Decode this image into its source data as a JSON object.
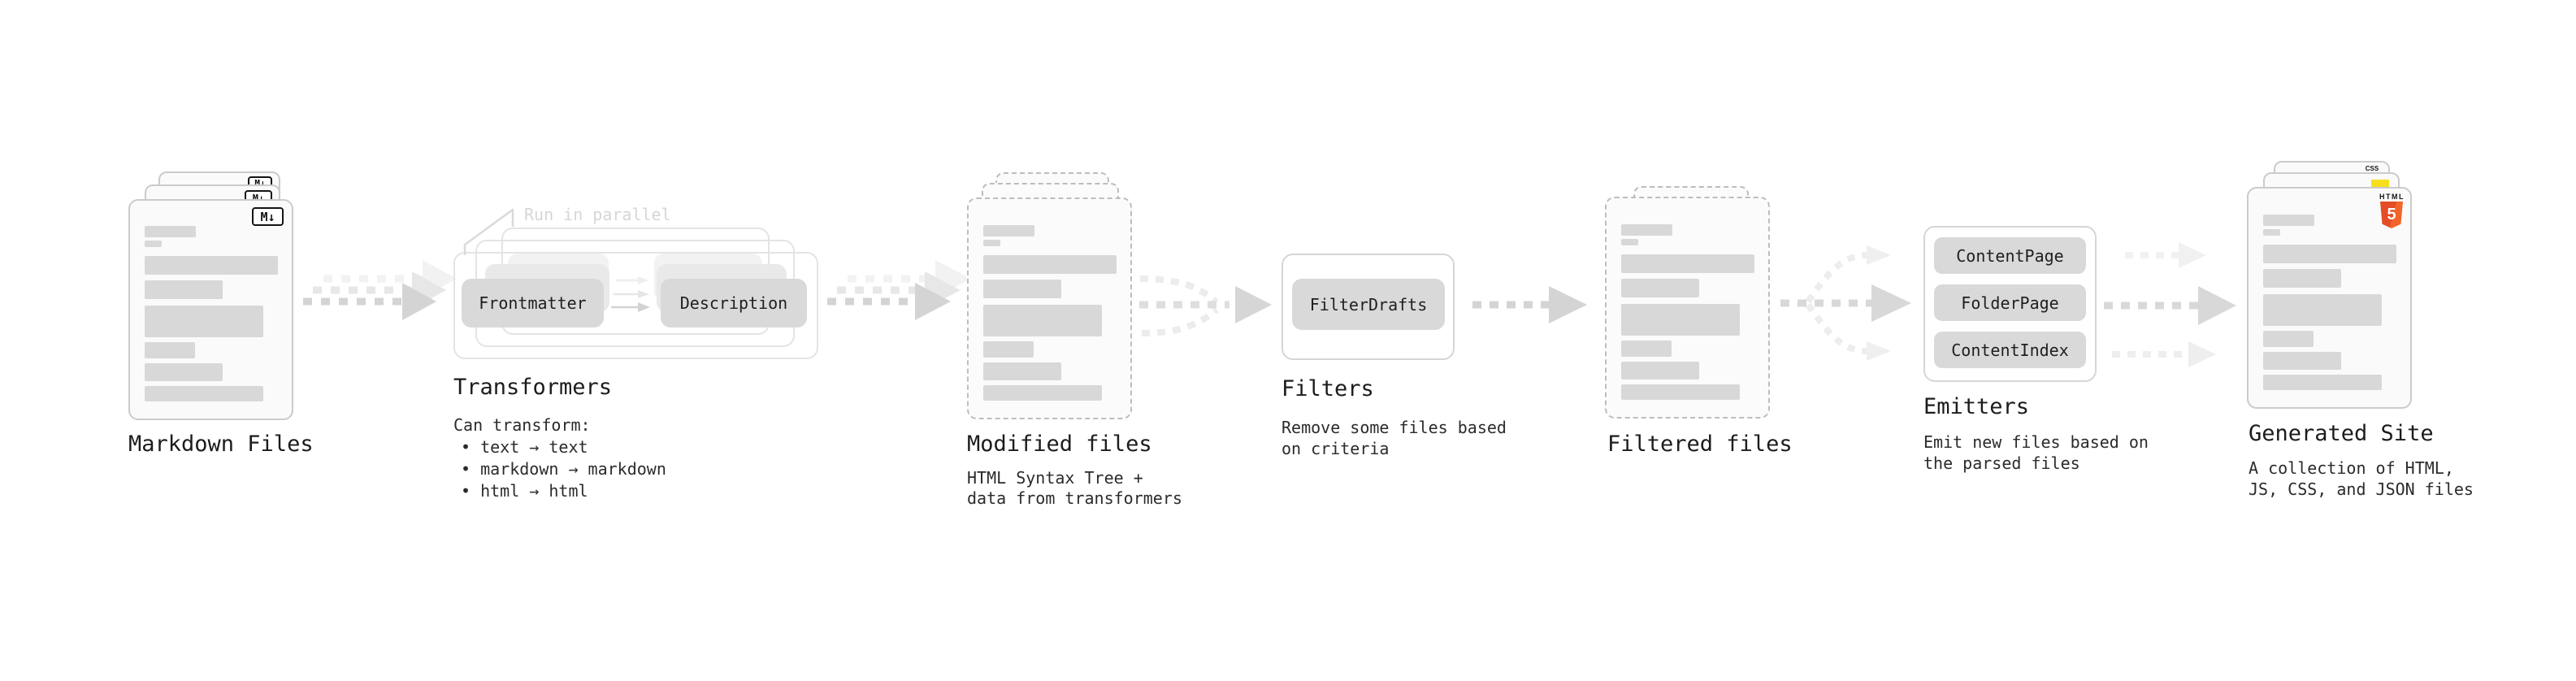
{
  "stages": {
    "markdown_files": {
      "label": "Markdown Files",
      "badge": "M↓"
    },
    "transformers": {
      "title": "Transformers",
      "annotation": "Run in parallel",
      "pill_left": "Frontmatter",
      "pill_right": "Description",
      "desc_heading": "Can transform:",
      "bullets": [
        "• text → text",
        "• markdown → markdown",
        "• html → html"
      ]
    },
    "modified_files": {
      "title": "Modified files",
      "desc_line1": "HTML Syntax Tree +",
      "desc_line2": "data from transformers"
    },
    "filters": {
      "title": "Filters",
      "pill": "FilterDrafts",
      "desc_line1": "Remove some files based",
      "desc_line2": "on criteria"
    },
    "filtered_files": {
      "label": "Filtered files"
    },
    "emitters": {
      "title": "Emitters",
      "pills": [
        "ContentPage",
        "FolderPage",
        "ContentIndex"
      ],
      "desc_line1": "Emit new files based on",
      "desc_line2": "the parsed files"
    },
    "generated_site": {
      "title": "Generated Site",
      "desc_line1": "A collection of HTML,",
      "desc_line2": "JS, CSS, and JSON files",
      "badge_css": "CSS",
      "badge_html_word": "HTML",
      "badge_html_number": "5"
    }
  },
  "colors": {
    "html5_orange": "#e44d26",
    "js_yellow": "#f7df1e",
    "css_blue": "#2965f1",
    "pill_gray": "#d9d9d9",
    "arrow_gray": "#d4d4d4",
    "arrow_ghost": "#e9e9e9",
    "annotation_gray": "#d6d6d6"
  }
}
